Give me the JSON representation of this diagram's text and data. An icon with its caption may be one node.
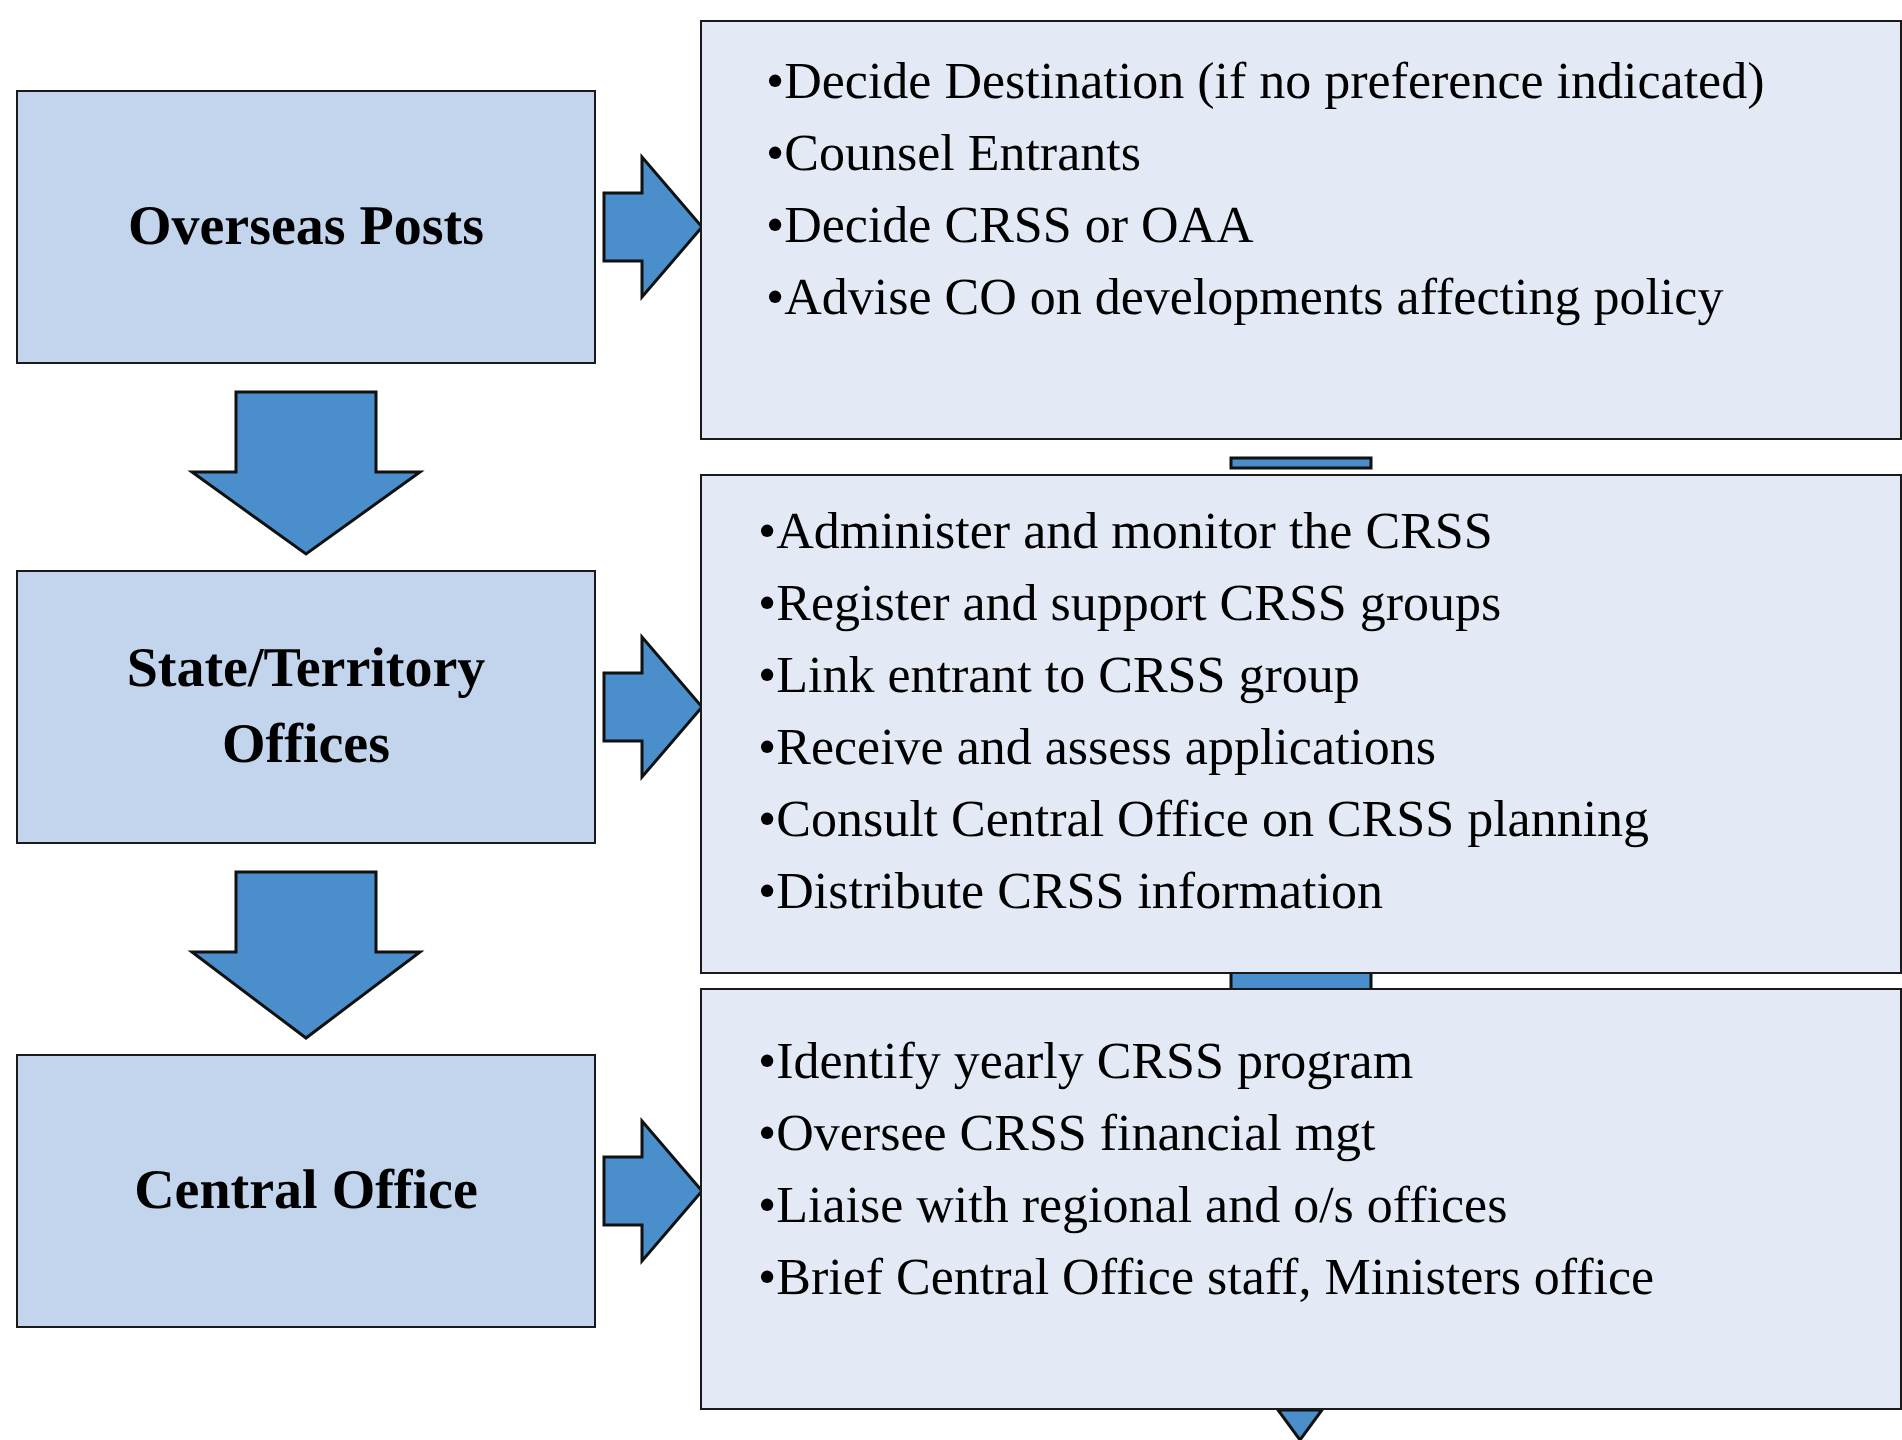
{
  "diagram": {
    "nodes": [
      {
        "text": [
          "Overseas Posts"
        ]
      },
      {
        "text": [
          "•Decide Destination (if no preference indicated)",
          "•Counsel Entrants",
          "•Decide CRSS or OAA",
          "•Advise CO on developments affecting policy"
        ]
      },
      {
        "text": [
          "State/Territory Offices"
        ]
      },
      {
        "text": [
          "•Administer and monitor the CRSS",
          "•Register and support CRSS groups",
          "•Link entrant to CRSS group",
          "•Receive and assess applications",
          "•Consult Central Office on CRSS planning",
          "•Distribute CRSS information"
        ]
      },
      {
        "text": [
          "Central Office"
        ]
      },
      {
        "text": [
          "•Identify yearly CRSS program",
          "•Oversee CRSS financial mgt",
          "•Liaise with regional and o/s offices",
          "•Brief Central Office staff, Ministers office"
        ]
      }
    ],
    "edges": [
      {
        "from": 0,
        "to": 1,
        "arrow": "to"
      },
      {
        "from": 0,
        "to": 2,
        "arrow": "to"
      },
      {
        "from": 2,
        "to": 3,
        "arrow": "to"
      },
      {
        "from": 2,
        "to": 4,
        "arrow": "to"
      },
      {
        "from": 4,
        "to": 5,
        "arrow": "to"
      },
      {
        "from": 1,
        "to": 3,
        "arrow": "none"
      },
      {
        "from": 3,
        "to": 5,
        "arrow": "none"
      },
      {
        "from": 5,
        "to": null,
        "arrow": "to"
      }
    ]
  }
}
